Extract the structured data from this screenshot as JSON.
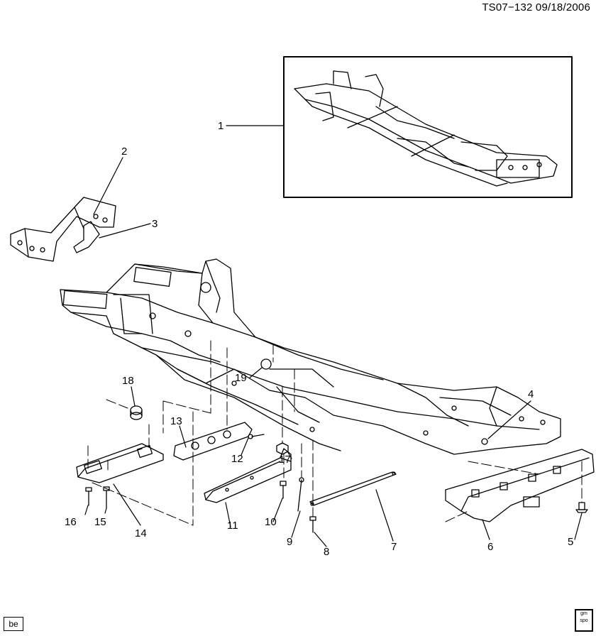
{
  "header": {
    "ref_code": "TS07−132 09/18/2006"
  },
  "footer": {
    "lang_badge": "be",
    "logo_lines": [
      "gm",
      "spo"
    ]
  },
  "callouts": [
    {
      "id": "1",
      "label": "1"
    },
    {
      "id": "2",
      "label": "2"
    },
    {
      "id": "3",
      "label": "3"
    },
    {
      "id": "4",
      "label": "4"
    },
    {
      "id": "5",
      "label": "5"
    },
    {
      "id": "6",
      "label": "6"
    },
    {
      "id": "7",
      "label": "7"
    },
    {
      "id": "8",
      "label": "8"
    },
    {
      "id": "9",
      "label": "9"
    },
    {
      "id": "10",
      "label": "10"
    },
    {
      "id": "11",
      "label": "11"
    },
    {
      "id": "12",
      "label": "12"
    },
    {
      "id": "13",
      "label": "13"
    },
    {
      "id": "14",
      "label": "14"
    },
    {
      "id": "15",
      "label": "15"
    },
    {
      "id": "16",
      "label": "16"
    },
    {
      "id": "17",
      "label": "17"
    },
    {
      "id": "18",
      "label": "18"
    },
    {
      "id": "19",
      "label": "19"
    }
  ]
}
